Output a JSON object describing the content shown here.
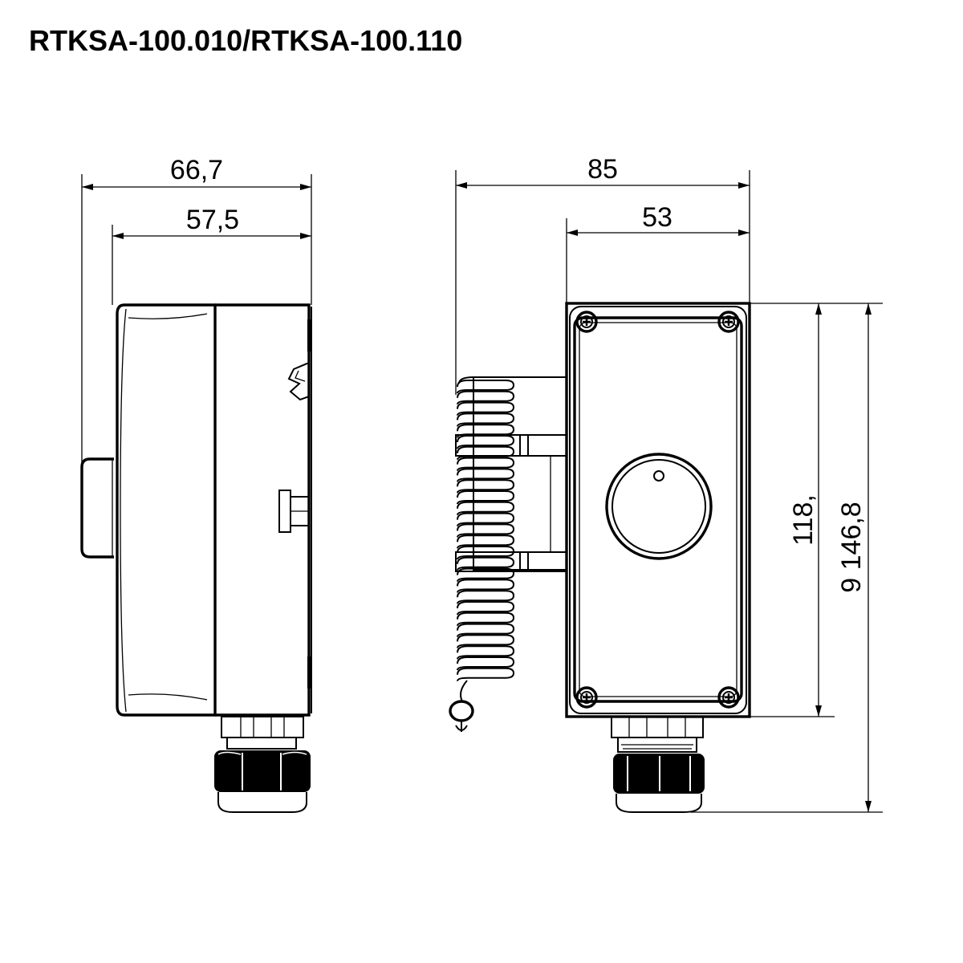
{
  "title": "RTKSA-100.010/RTKSA-100.110",
  "dimensions": {
    "side_total_width": "66,7",
    "side_body_width": "57,5",
    "front_total_width": "85",
    "front_body_width": "53",
    "front_body_height": "118,",
    "front_total_height": "9 146,8"
  }
}
